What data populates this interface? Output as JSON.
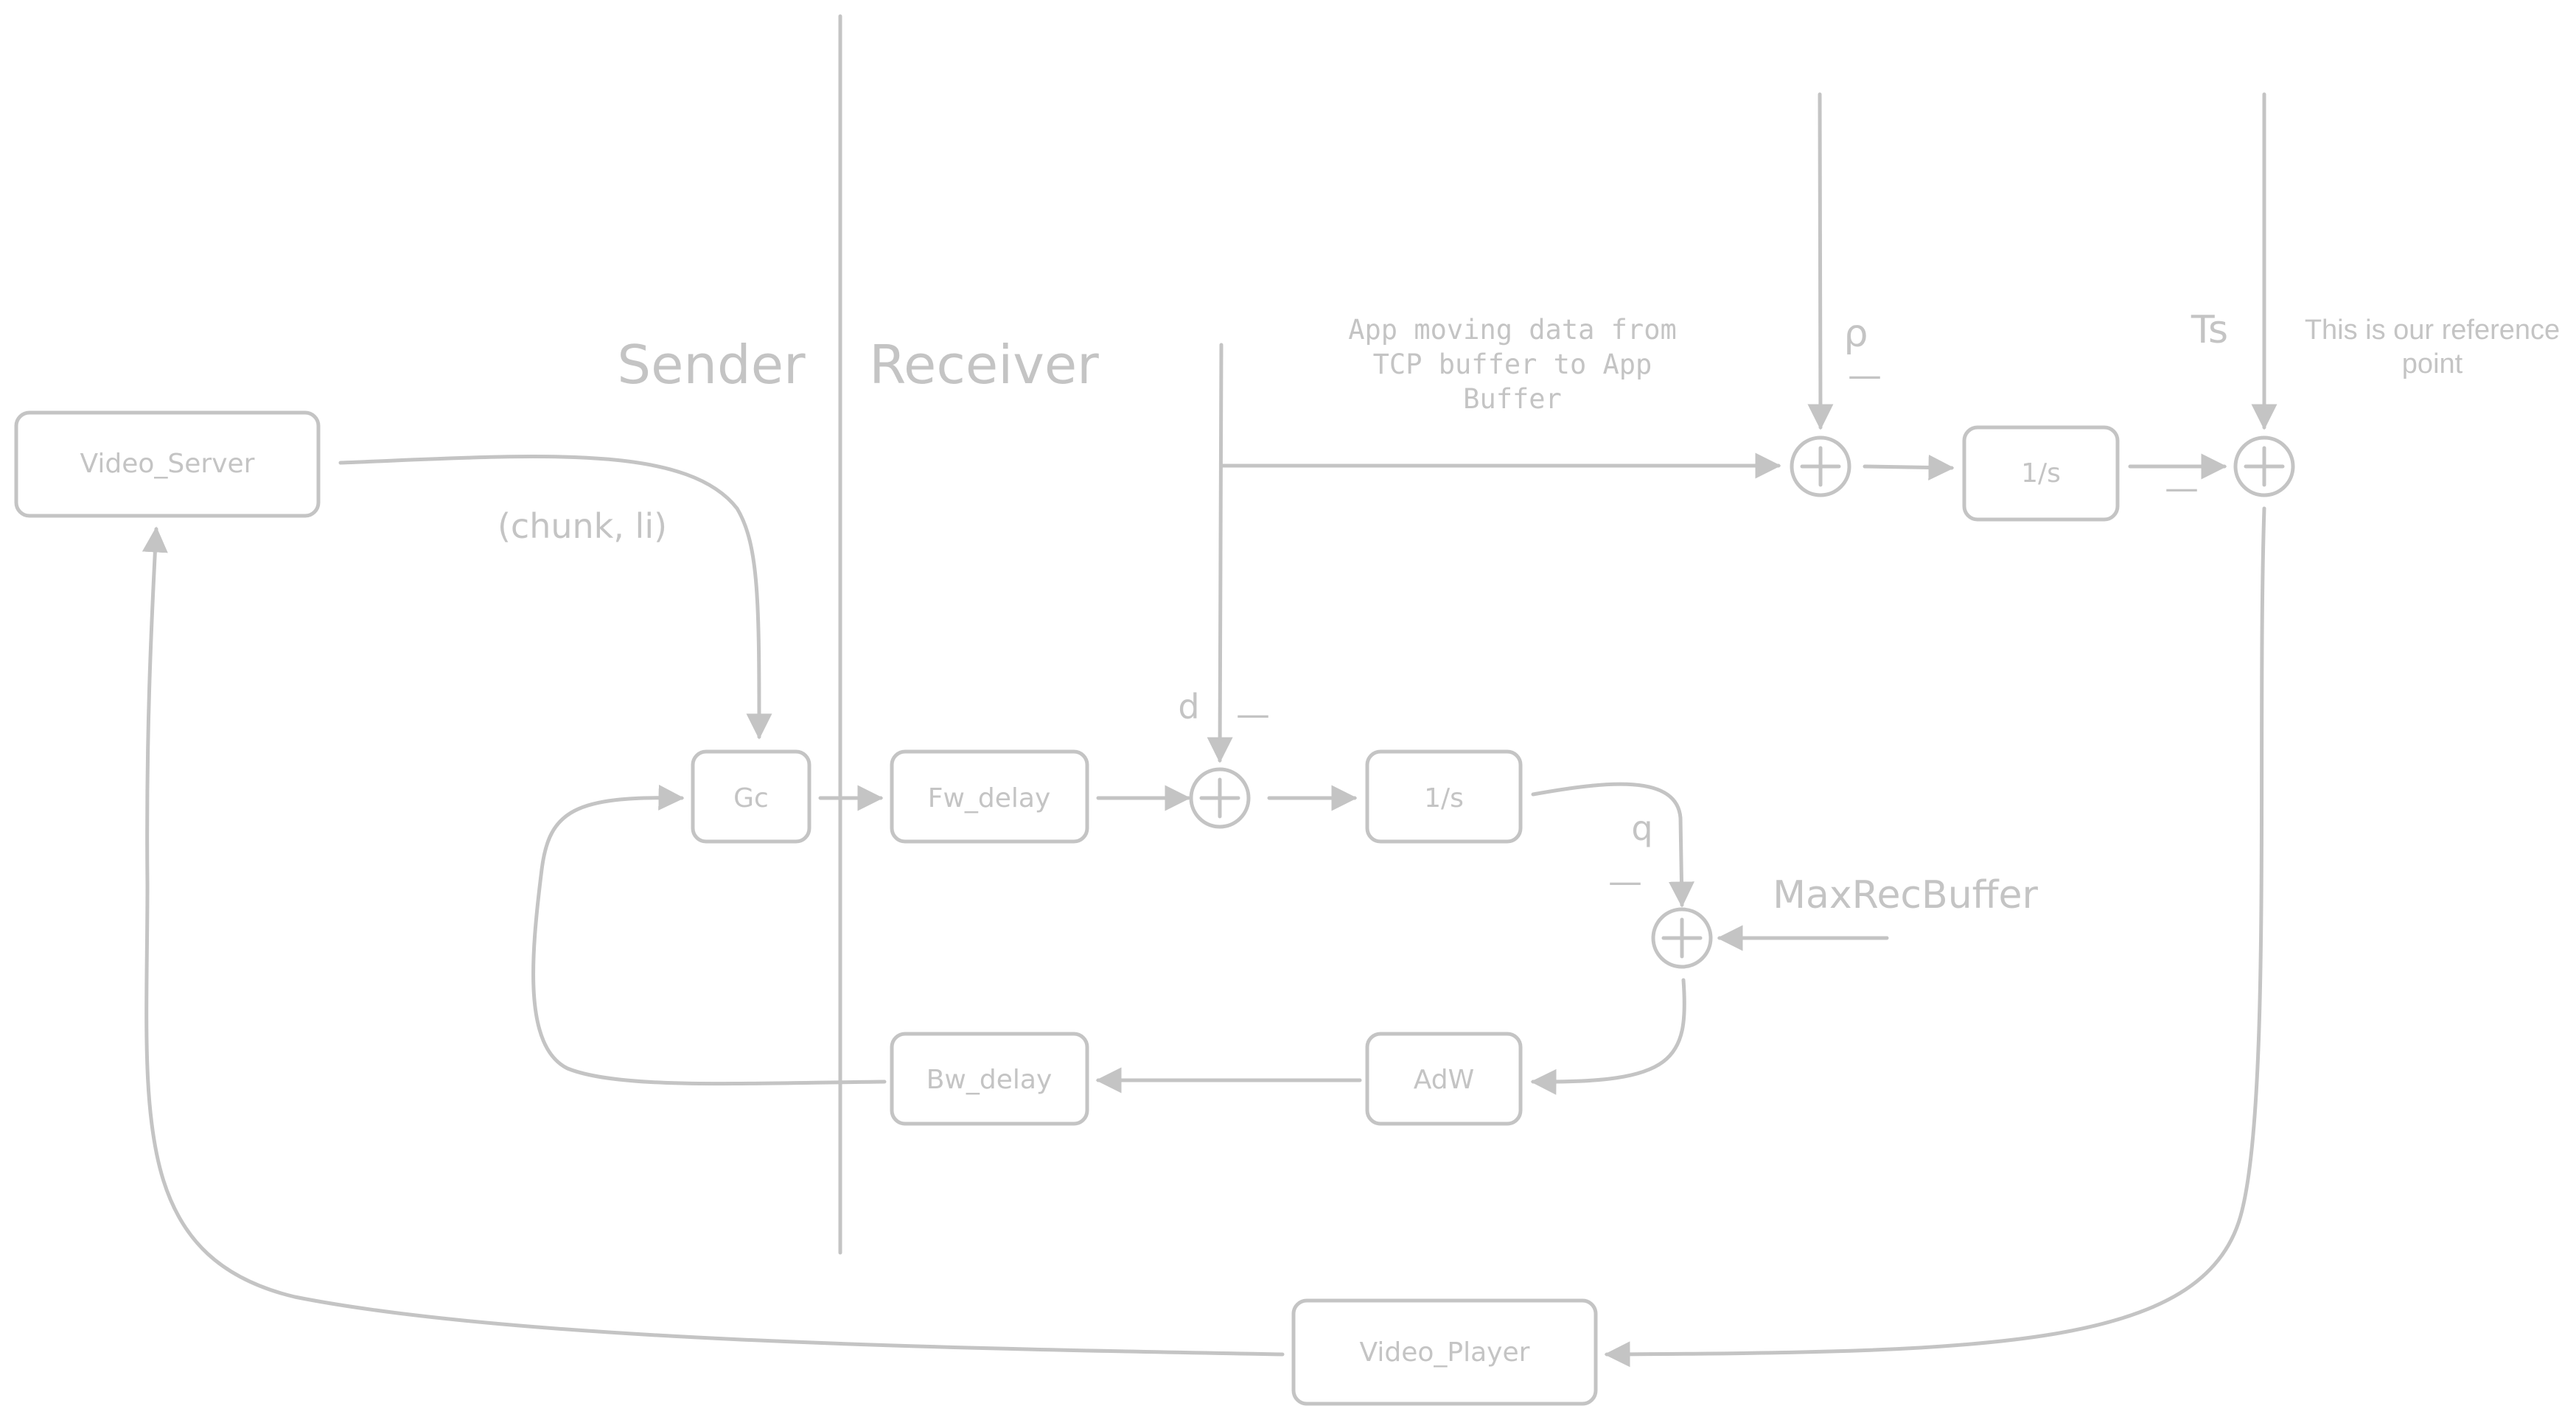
{
  "diagram": {
    "headers": {
      "sender": "Sender",
      "receiver": "Receiver"
    },
    "blocks": {
      "video_server": "Video_Server",
      "gc": "Gc",
      "fw_delay": "Fw_delay",
      "integrator_q": "1/s",
      "adw": "AdW",
      "bw_delay": "Bw_delay",
      "integrator_ts": "1/s",
      "video_player": "Video_Player"
    },
    "labels": {
      "chunk": "(chunk, li)",
      "d": "d",
      "q": "q",
      "rho": "ρ",
      "ts": "Ts",
      "max_rec_buffer": "MaxRecBuffer",
      "minus_d": "—",
      "minus_q": "—",
      "minus_rho": "—",
      "minus_ts": "—"
    },
    "annotations": {
      "app_moving_line1": "App moving data from",
      "app_moving_line2": "TCP buffer to App",
      "app_moving_line3": "Buffer",
      "reference_line1": "This is our reference",
      "reference_line2": "point"
    },
    "colors": {
      "stroke": "#c4c4c4",
      "background": "#ffffff"
    }
  }
}
